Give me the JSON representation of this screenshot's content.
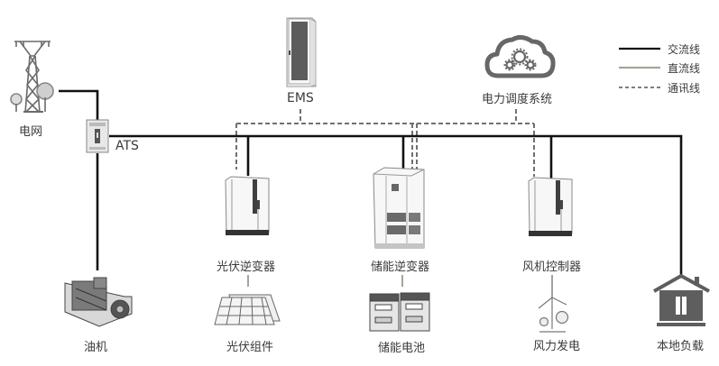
{
  "diagram": {
    "type": "microgrid-system-architecture",
    "colors": {
      "ac_line": "#111111",
      "dc_line": "#a0a79a",
      "comm_line": "#666666",
      "icon_dark": "#5f5f5f",
      "icon_light": "#e8e8e8"
    },
    "legend": [
      {
        "id": "ac",
        "label": "交流线",
        "style": "solid-black"
      },
      {
        "id": "dc",
        "label": "直流线",
        "style": "solid-gray"
      },
      {
        "id": "comm",
        "label": "通讯线",
        "style": "dashed"
      }
    ],
    "nodes": {
      "grid": {
        "label": "电网",
        "icon": "transmission-tower-icon"
      },
      "ats": {
        "label": "ATS",
        "icon": "ats-switch-icon"
      },
      "ems": {
        "label": "EMS",
        "icon": "server-cabinet-icon"
      },
      "dispatch": {
        "label": "电力调度系统",
        "icon": "cloud-gears-icon"
      },
      "pv_inverter": {
        "label": "光伏逆变器",
        "icon": "inverter-cabinet-icon"
      },
      "storage_inverter": {
        "label": "储能逆变器",
        "icon": "storage-cabinet-icon"
      },
      "wind_controller": {
        "label": "风机控制器",
        "icon": "inverter-cabinet-icon"
      },
      "diesel": {
        "label": "油机",
        "icon": "diesel-generator-icon"
      },
      "pv_modules": {
        "label": "光伏组件",
        "icon": "solar-panel-icon"
      },
      "battery": {
        "label": "储能电池",
        "icon": "battery-icon"
      },
      "wind": {
        "label": "风力发电",
        "icon": "wind-turbine-icon"
      },
      "load": {
        "label": "本地负载",
        "icon": "house-icon"
      }
    },
    "connections": [
      {
        "from": "grid",
        "to": "ats",
        "type": "ac"
      },
      {
        "from": "ats",
        "to": "diesel",
        "type": "ac"
      },
      {
        "from": "ats",
        "to": "pv_inverter",
        "type": "ac"
      },
      {
        "from": "ats",
        "to": "storage_inverter",
        "type": "ac"
      },
      {
        "from": "ats",
        "to": "wind_controller",
        "type": "ac"
      },
      {
        "from": "ats",
        "to": "load",
        "type": "ac"
      },
      {
        "from": "pv_inverter",
        "to": "pv_modules",
        "type": "dc"
      },
      {
        "from": "storage_inverter",
        "to": "battery",
        "type": "dc"
      },
      {
        "from": "ems",
        "to": "pv_inverter",
        "type": "comm"
      },
      {
        "from": "ems",
        "to": "storage_inverter",
        "type": "comm"
      },
      {
        "from": "ems",
        "to": "wind_controller",
        "type": "comm"
      },
      {
        "from": "dispatch",
        "to": "storage_inverter",
        "type": "comm"
      }
    ]
  }
}
